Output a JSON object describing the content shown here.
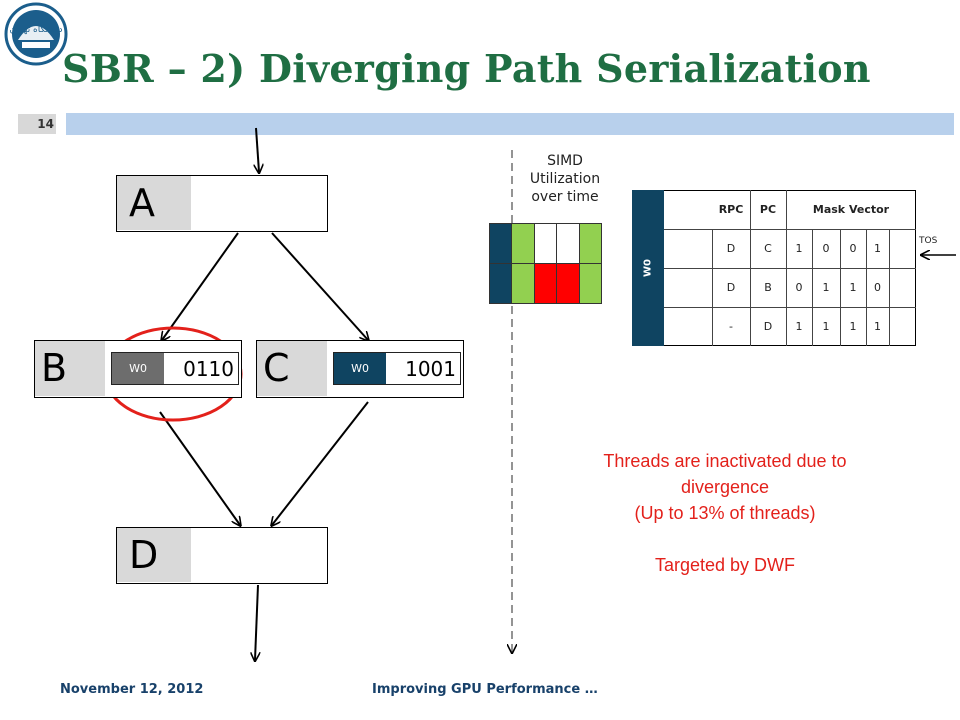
{
  "slide": {
    "title": "SBR – 2) Diverging Path Serialization",
    "number": "14",
    "logo_text": "دانشگاه تهران",
    "footer_date": "November 12, 2012",
    "footer_title": "Improving GPU Performance …"
  },
  "blocks": {
    "a": {
      "label": "A"
    },
    "b": {
      "label": "B",
      "warp": "W0",
      "mask": "0110"
    },
    "c": {
      "label": "C",
      "warp": "W0",
      "mask": "1001"
    },
    "d": {
      "label": "D"
    }
  },
  "simd": {
    "label_line1": "SIMD",
    "label_line2": "Utilization",
    "label_line3": "over time",
    "rows": [
      [
        "navy",
        "green",
        "white",
        "white",
        "green"
      ],
      [
        "navy",
        "green",
        "red",
        "red",
        "green"
      ]
    ]
  },
  "stack_table": {
    "warp": "W0",
    "headers": [
      "RPC",
      "PC",
      "Mask Vector"
    ],
    "rows": [
      {
        "rpc": "D",
        "pc": "C",
        "mask": [
          "1",
          "0",
          "0",
          "1"
        ]
      },
      {
        "rpc": "D",
        "pc": "B",
        "mask": [
          "0",
          "1",
          "1",
          "0"
        ]
      },
      {
        "rpc": "-",
        "pc": "D",
        "mask": [
          "1",
          "1",
          "1",
          "1"
        ]
      }
    ],
    "tos_label": "TOS"
  },
  "notes": {
    "line1": "Threads are inactivated due to",
    "line2": "divergence",
    "line3": "(Up to 13% of threads)",
    "line4": "Targeted by DWF"
  },
  "colors": {
    "title": "#1f6e43",
    "navy": "#0f4461",
    "green": "#92d050",
    "red": "#ff0000",
    "highlight": "#e3211b",
    "header_bar": "#b8d0ec"
  }
}
